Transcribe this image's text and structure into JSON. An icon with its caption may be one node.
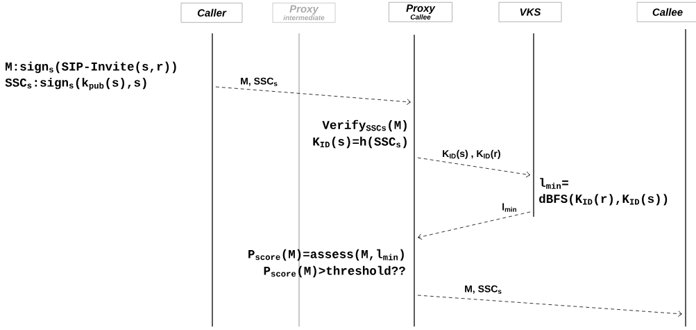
{
  "diagram": {
    "nodes": [
      {
        "text": [
          "Caller"
        ]
      },
      {
        "text": [
          "Proxy",
          "intermediate"
        ]
      },
      {
        "text": [
          "Proxy",
          "Callee"
        ]
      },
      {
        "text": [
          "VKS"
        ]
      },
      {
        "text": [
          "Callee"
        ]
      },
      {
        "text": [],
        "shape": "bar"
      },
      {
        "text": [],
        "shape": "bar"
      },
      {
        "text": [],
        "shape": "bar"
      },
      {
        "text": [],
        "shape": "bar"
      },
      {
        "text": [],
        "shape": "bar"
      }
    ],
    "edges": [
      {
        "from": 5,
        "to": 7,
        "arrow": "to",
        "style": "dashed",
        "label": "M, SSC$_{s}$"
      },
      {
        "from": 7,
        "to": 8,
        "arrow": "to",
        "style": "dashed",
        "label": "K$_{ID}$(s) , K$_{ID}$(r)"
      },
      {
        "from": 8,
        "to": 7,
        "arrow": "to",
        "style": "dashed",
        "label": "l$_{min}$"
      },
      {
        "from": 7,
        "to": 9,
        "arrow": "to",
        "style": "dashed",
        "label": "M, SSC$_{s}$"
      }
    ],
    "labels": [
      "M:sign$_{s}$(SIP-Invite(s,r))",
      "SSC$_{s}$:sign$_{s}$(k$_{pub}$(s),s)",
      "Verify$_{SSCs}$(M)",
      "K$_{ID}$(s)=h(SSC$_{s}$)",
      "l$_{min}$= dBFS(K$_{ID}$(r),K$_{ID}$(s))",
      "P$_{score}$(M)=assess(M,l$_{min}$)",
      "P$_{score}$(M)>threshold??"
    ]
  }
}
